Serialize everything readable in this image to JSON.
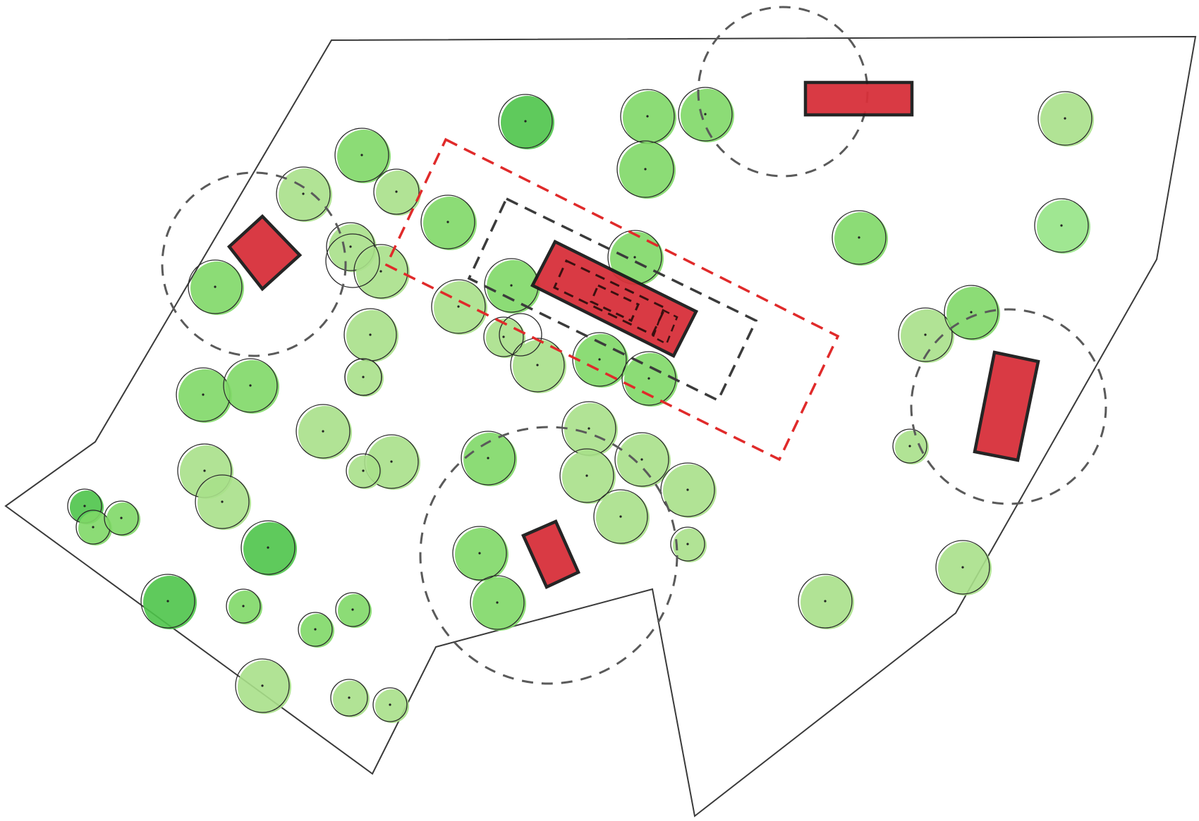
{
  "colors": {
    "background": "#ffffff",
    "boundary": "#3a3a3a",
    "building_fill": "#d8303a",
    "building_outline": "#1a1a1a",
    "tree_green_light": "#a8e08a",
    "tree_green_mid": "#7fd867",
    "tree_green_dark": "#4ec44a",
    "tree_outline": "#2a2a2a",
    "buffer_dash_gray": "#5a5a5a",
    "buffer_dash_red": "#e02a2a"
  },
  "elements": {
    "site_boundary": "site-boundary",
    "buildings": "building",
    "trees": "tree",
    "clearance_circles": "clearance-buffer",
    "development_zone": "development-zone-red-dashed",
    "setback_zone": "setback-zone-gray-dashed"
  }
}
